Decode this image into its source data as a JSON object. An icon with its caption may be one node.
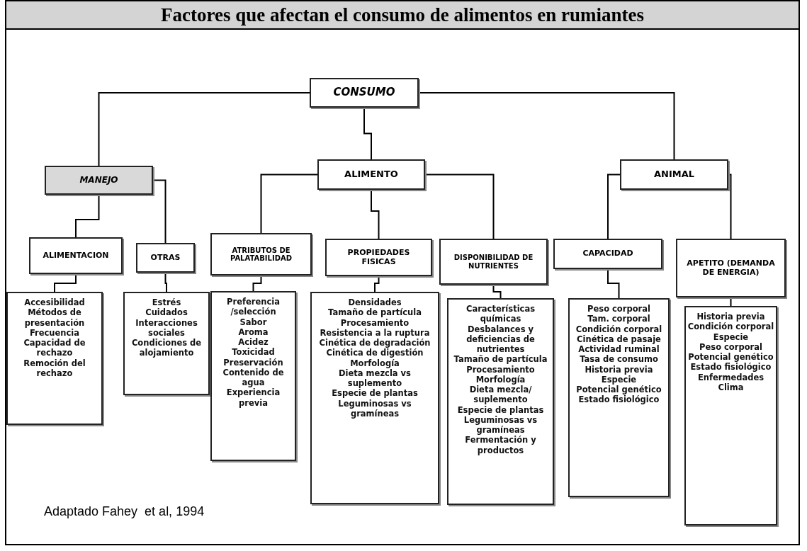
{
  "diagram": {
    "title": "Factores que afectan el consumo de alimentos en rumiantes",
    "nodes": [
      {
        "text": [
          "CONSUMO"
        ]
      },
      {
        "text": [
          "MANEJO"
        ]
      },
      {
        "text": [
          "ALIMENTO"
        ]
      },
      {
        "text": [
          "ANIMAL"
        ]
      },
      {
        "text": [
          "ALIMENTACION"
        ]
      },
      {
        "text": [
          "OTRAS"
        ]
      },
      {
        "text": [
          "ATRIBUTOS DE PALATABILIDAD"
        ]
      },
      {
        "text": [
          "PROPIEDADES FISICAS"
        ]
      },
      {
        "text": [
          "DISPONIBILIDAD DE NUTRIENTES"
        ]
      },
      {
        "text": [
          "CAPACIDAD"
        ]
      },
      {
        "text": [
          "APETITO (DEMANDA DE ENERGIA)"
        ]
      },
      {
        "text": [
          "Accesibilidad",
          "Métodos de presentación",
          "Frecuencia",
          "Capacidad de rechazo",
          "Remoción del rechazo"
        ]
      },
      {
        "text": [
          "Estrés",
          "Cuidados",
          "Interacciones sociales",
          "Condiciones de alojamiento"
        ]
      },
      {
        "text": [
          "Preferencia /selección",
          "Sabor",
          "Aroma",
          "Acidez",
          "Toxicidad",
          "Preservación",
          "Contenido de agua",
          "Experiencia previa"
        ]
      },
      {
        "text": [
          "Densidades",
          "Tamaño de partícula",
          "Procesamiento",
          "Resistencia a la ruptura",
          "Cinética de degradación",
          "Cinética de digestión",
          "Morfología",
          "Dieta mezcla vs suplemento",
          "Especie de plantas",
          "Leguminosas vs gramíneas"
        ]
      },
      {
        "text": [
          "Características químicas",
          "Desbalances y deficiencias de nutrientes",
          "Tamaño de partícula",
          "Procesamiento",
          "Morfología",
          "Dieta mezcla/ suplemento",
          "Especie de plantas",
          "Leguminosas vs gramíneas",
          "Fermentación y productos"
        ]
      },
      {
        "text": [
          "Peso corporal",
          "Tam. corporal",
          "Condición corporal",
          "Cinética de pasaje",
          "Actividad ruminal",
          "Tasa de consumo",
          "Historia previa",
          "Especie",
          "Potencial genético",
          "Estado fisiológico"
        ]
      },
      {
        "text": [
          "Historia previa",
          "Condición corporal",
          "Especie",
          "Peso corporal",
          "Potencial genético",
          "Estado fisiológico",
          "Enfermedades",
          "Clima"
        ]
      }
    ],
    "edges": [
      {
        "from": 0,
        "to": 1,
        "arrow": "none"
      },
      {
        "from": 0,
        "to": 2,
        "arrow": "none"
      },
      {
        "from": 0,
        "to": 3,
        "arrow": "none"
      },
      {
        "from": 1,
        "to": 4,
        "arrow": "none"
      },
      {
        "from": 1,
        "to": 5,
        "arrow": "none"
      },
      {
        "from": 2,
        "to": 6,
        "arrow": "none"
      },
      {
        "from": 2,
        "to": 7,
        "arrow": "none"
      },
      {
        "from": 2,
        "to": 8,
        "arrow": "none"
      },
      {
        "from": 3,
        "to": 9,
        "arrow": "none"
      },
      {
        "from": 3,
        "to": 10,
        "arrow": "none"
      },
      {
        "from": 4,
        "to": 11,
        "arrow": "none"
      },
      {
        "from": 5,
        "to": 12,
        "arrow": "none"
      },
      {
        "from": 6,
        "to": 13,
        "arrow": "none"
      },
      {
        "from": 7,
        "to": 14,
        "arrow": "none"
      },
      {
        "from": 8,
        "to": 15,
        "arrow": "none"
      },
      {
        "from": 9,
        "to": 16,
        "arrow": "none"
      },
      {
        "from": 10,
        "to": 17,
        "arrow": "none"
      }
    ],
    "labels": [
      "Adaptado Fahey  et al, 1994"
    ]
  }
}
